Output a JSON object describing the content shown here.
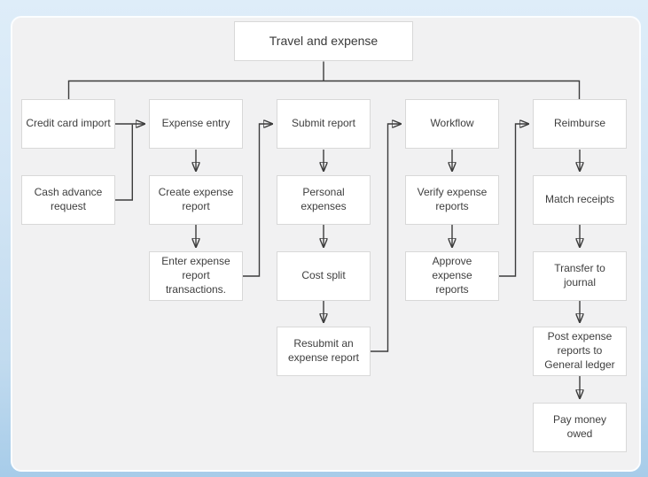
{
  "diagram": {
    "title": "Travel and expense",
    "nodes": [
      {
        "id": "credit-card-import",
        "label": "Credit card import"
      },
      {
        "id": "cash-advance-request",
        "label": "Cash advance request"
      },
      {
        "id": "expense-entry",
        "label": "Expense entry"
      },
      {
        "id": "create-expense-report",
        "label": "Create expense report"
      },
      {
        "id": "enter-expense-report-transactions",
        "label": "Enter expense report transactions."
      },
      {
        "id": "submit-report",
        "label": "Submit report"
      },
      {
        "id": "personal-expenses",
        "label": "Personal expenses"
      },
      {
        "id": "cost-split",
        "label": "Cost split"
      },
      {
        "id": "resubmit-an-expense-report",
        "label": "Resubmit an expense report"
      },
      {
        "id": "workflow",
        "label": "Workflow"
      },
      {
        "id": "verify-expense-reports",
        "label": "Verify expense reports"
      },
      {
        "id": "approve-expense-reports",
        "label": "Approve expense reports"
      },
      {
        "id": "reimburse",
        "label": "Reimburse"
      },
      {
        "id": "match-receipts",
        "label": "Match receipts"
      },
      {
        "id": "transfer-to-journal",
        "label": "Transfer to journal"
      },
      {
        "id": "post-expense-reports-to-general-ledger",
        "label": "Post expense reports to General ledger"
      },
      {
        "id": "pay-money-owed",
        "label": "Pay money owed"
      }
    ],
    "edges": [
      {
        "from": "travel-and-expense",
        "to": "credit-card-import"
      },
      {
        "from": "travel-and-expense",
        "to": "reimburse"
      },
      {
        "from": "credit-card-import",
        "to": "expense-entry"
      },
      {
        "from": "cash-advance-request",
        "to": "expense-entry"
      },
      {
        "from": "expense-entry",
        "to": "create-expense-report"
      },
      {
        "from": "create-expense-report",
        "to": "enter-expense-report-transactions"
      },
      {
        "from": "enter-expense-report-transactions",
        "to": "submit-report"
      },
      {
        "from": "submit-report",
        "to": "personal-expenses"
      },
      {
        "from": "personal-expenses",
        "to": "cost-split"
      },
      {
        "from": "cost-split",
        "to": "resubmit-an-expense-report"
      },
      {
        "from": "resubmit-an-expense-report",
        "to": "workflow"
      },
      {
        "from": "workflow",
        "to": "verify-expense-reports"
      },
      {
        "from": "verify-expense-reports",
        "to": "approve-expense-reports"
      },
      {
        "from": "approve-expense-reports",
        "to": "reimburse"
      },
      {
        "from": "reimburse",
        "to": "match-receipts"
      },
      {
        "from": "match-receipts",
        "to": "transfer-to-journal"
      },
      {
        "from": "transfer-to-journal",
        "to": "post-expense-reports-to-general-ledger"
      },
      {
        "from": "post-expense-reports-to-general-ledger",
        "to": "pay-money-owed"
      }
    ],
    "colors": {
      "connector": "#3c3c3c",
      "node_background": "#ffffff",
      "node_border": "#d8d8d8",
      "node_text": "#3e3e3e",
      "panel_background": "#f1f1f2",
      "page_background_top": "#deedf9",
      "page_background_bottom": "#a7cce9"
    }
  }
}
